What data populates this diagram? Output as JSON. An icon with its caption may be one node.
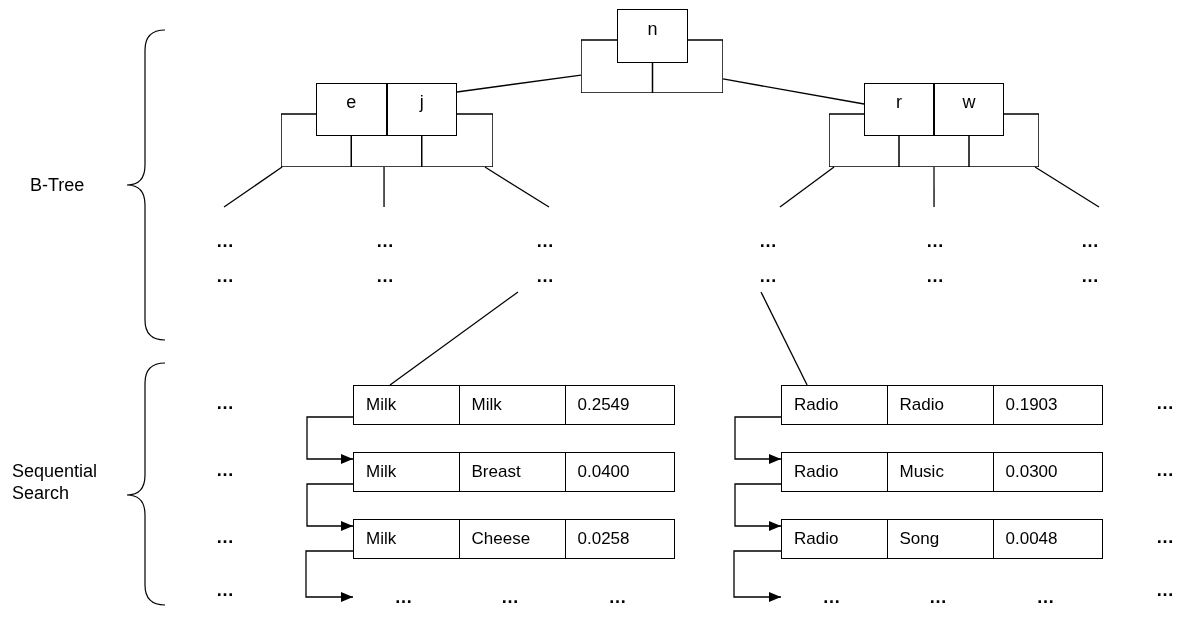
{
  "diagram": {
    "nodes": [
      {
        "text": [
          "n"
        ]
      },
      {
        "text": [
          "e",
          "j"
        ]
      },
      {
        "text": [
          "r",
          "w"
        ]
      },
      {
        "text": [
          "…",
          "…"
        ]
      },
      {
        "text": [
          "…",
          "…"
        ]
      },
      {
        "text": [
          "…",
          "…"
        ]
      },
      {
        "text": [
          "…",
          "…"
        ]
      },
      {
        "text": [
          "…",
          "…"
        ]
      },
      {
        "text": [
          "…",
          "…"
        ]
      },
      {
        "text": [
          "Milk",
          "Milk",
          "0.2549"
        ]
      },
      {
        "text": [
          "Milk",
          "Breast",
          "0.0400"
        ]
      },
      {
        "text": [
          "Milk",
          "Cheese",
          "0.0258"
        ]
      },
      {
        "text": [
          "…",
          "…",
          "…"
        ]
      },
      {
        "text": [
          "Radio",
          "Radio",
          "0.1903"
        ]
      },
      {
        "text": [
          "Radio",
          "Music",
          "0.0300"
        ]
      },
      {
        "text": [
          "Radio",
          "Song",
          "0.0048"
        ]
      },
      {
        "text": [
          "…",
          "…",
          "…"
        ]
      }
    ],
    "edges": [
      {
        "from": 0,
        "to": 1,
        "arrow": "none"
      },
      {
        "from": 0,
        "to": 2,
        "arrow": "none"
      },
      {
        "from": 1,
        "to": 3,
        "arrow": "none"
      },
      {
        "from": 1,
        "to": 4,
        "arrow": "none"
      },
      {
        "from": 1,
        "to": 5,
        "arrow": "none"
      },
      {
        "from": 2,
        "to": 6,
        "arrow": "none"
      },
      {
        "from": 2,
        "to": 7,
        "arrow": "none"
      },
      {
        "from": 2,
        "to": 8,
        "arrow": "none"
      },
      {
        "from": 5,
        "to": 9,
        "arrow": "none"
      },
      {
        "from": 6,
        "to": 13,
        "arrow": "none"
      },
      {
        "from": 9,
        "to": 10,
        "arrow": "to"
      },
      {
        "from": 10,
        "to": 11,
        "arrow": "to"
      },
      {
        "from": 11,
        "to": 12,
        "arrow": "to"
      },
      {
        "from": 13,
        "to": 14,
        "arrow": "to"
      },
      {
        "from": 14,
        "to": 15,
        "arrow": "to"
      },
      {
        "from": 15,
        "to": 16,
        "arrow": "to"
      }
    ],
    "labels": [
      "B-Tree",
      "…",
      "…",
      "Sequential Search",
      "…",
      "…",
      "…",
      "…",
      "…",
      "…"
    ]
  }
}
